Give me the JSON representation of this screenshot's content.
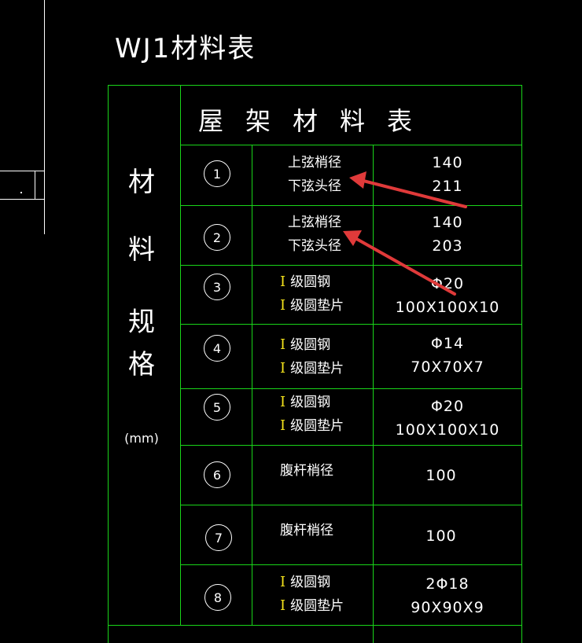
{
  "title": "WJ1材料表",
  "header": "屋架材料表",
  "side": {
    "chars": [
      "材",
      "料",
      "规",
      "格"
    ],
    "unit": "(mm)"
  },
  "rows": [
    {
      "num": "1",
      "names": [
        "上弦梢径",
        "下弦头径"
      ],
      "values": [
        "140",
        "211"
      ]
    },
    {
      "num": "2",
      "names": [
        "上弦梢径",
        "下弦头径"
      ],
      "values": [
        "140",
        "203"
      ]
    },
    {
      "num": "3",
      "grade": "I",
      "names": [
        "级圆钢",
        "级圆垫片"
      ],
      "values": [
        "Φ20",
        "100X100X10"
      ]
    },
    {
      "num": "4",
      "grade": "I",
      "names": [
        "级圆钢",
        "级圆垫片"
      ],
      "values": [
        "Φ14",
        "70X70X7"
      ]
    },
    {
      "num": "5",
      "grade": "I",
      "names": [
        "级圆钢",
        "级圆垫片"
      ],
      "values": [
        "Φ20",
        "100X100X10"
      ]
    },
    {
      "num": "6",
      "names": [
        "腹杆梢径"
      ],
      "values": [
        "100"
      ]
    },
    {
      "num": "7",
      "names": [
        "腹杆梢径"
      ],
      "values": [
        "100"
      ]
    },
    {
      "num": "8",
      "grade": "I",
      "names": [
        "级圆钢",
        "级圆垫片"
      ],
      "values": [
        "2Φ18",
        "90X90X9"
      ]
    }
  ],
  "colors": {
    "grid": "#19d419",
    "annotation_arrow": "#e03a3a",
    "grade_mark": "#f5e31c"
  }
}
